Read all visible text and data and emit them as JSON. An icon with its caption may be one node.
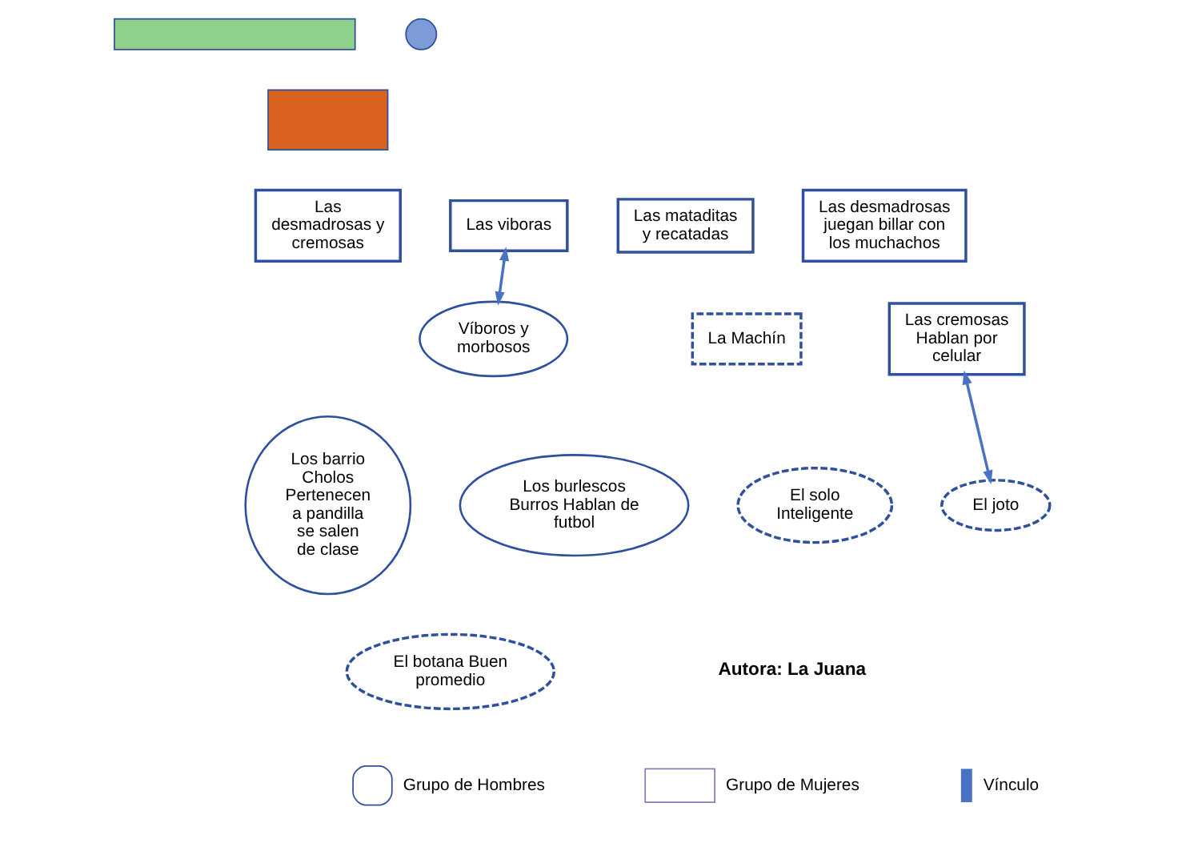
{
  "diagram": {
    "nodes": [
      {
        "text": [],
        "shape": "bar"
      },
      {
        "text": [],
        "shape": "circle"
      },
      {
        "text": [],
        "shape": "box"
      },
      {
        "text": [
          "Las desmadrosas y cremosas"
        ]
      },
      {
        "text": [
          "Las viboras"
        ]
      },
      {
        "text": [
          "Las mataditas y recatadas"
        ]
      },
      {
        "text": [
          "Las desmadrosas juegan billar con los muchachos"
        ]
      },
      {
        "text": [
          "Víboros y morbosos"
        ]
      },
      {
        "text": [
          "La Machín"
        ]
      },
      {
        "text": [
          "Las cremosas Hablan por celular"
        ]
      },
      {
        "text": [
          "Los barrio Cholos Pertenecen a pandilla se salen de clase"
        ]
      },
      {
        "text": [
          "Los burlescos Burros Hablan de futbol"
        ]
      },
      {
        "text": [
          "El solo Inteligente"
        ]
      },
      {
        "text": [
          "El joto"
        ]
      },
      {
        "text": [
          "El botana Buen promedio"
        ]
      }
    ],
    "edges": [
      {
        "from": 4,
        "to": 7,
        "arrow": "both"
      },
      {
        "from": 9,
        "to": 13,
        "arrow": "both"
      }
    ],
    "labels": [
      "Autora: La Juana"
    ],
    "legend": [
      {
        "text": "Grupo de Hombres"
      },
      {
        "text": "Grupo de Mujeres"
      },
      {
        "text": "Vínculo"
      }
    ]
  }
}
